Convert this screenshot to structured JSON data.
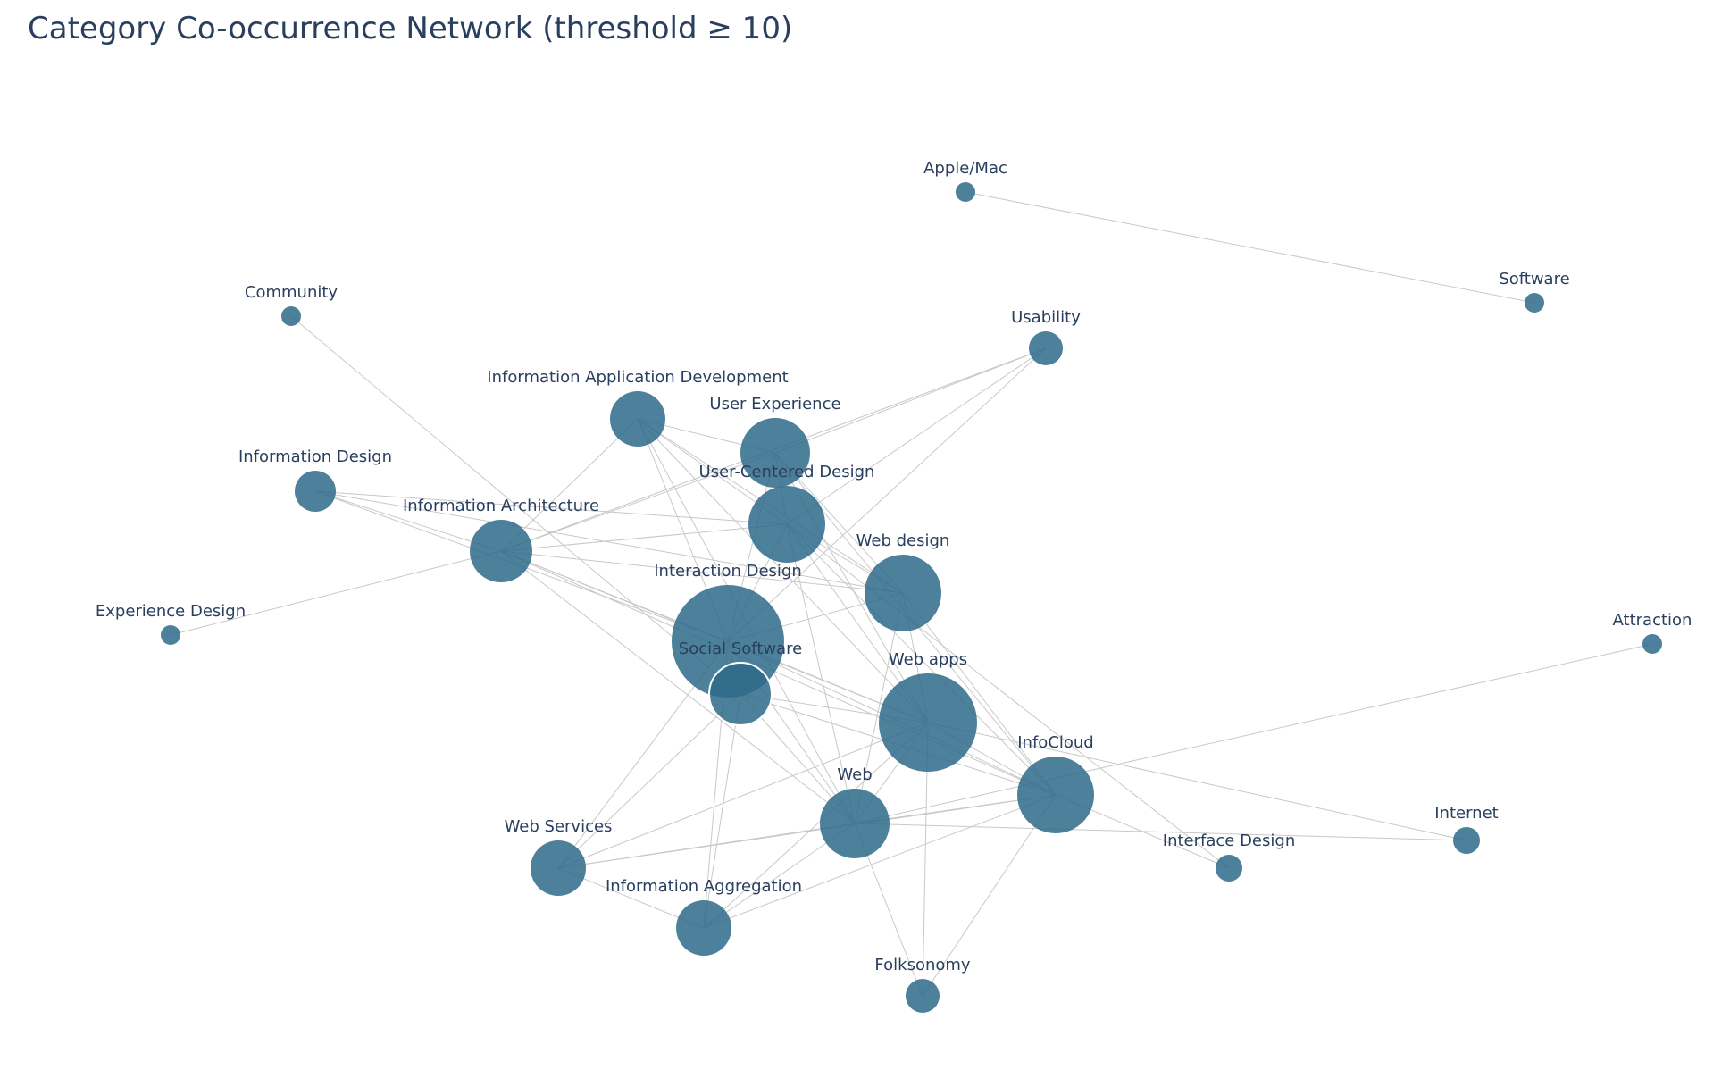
{
  "title": "Category Co-occurrence Network (threshold ≥ 10)",
  "colors": {
    "node": "#2e6a89",
    "edge": "#c8c8c8",
    "label": "#2a3f5f"
  },
  "chart_data": {
    "type": "network",
    "nodes": [
      {
        "id": "apple",
        "label": "Apple/Mac",
        "size": 1
      },
      {
        "id": "software",
        "label": "Software",
        "size": 1
      },
      {
        "id": "community",
        "label": "Community",
        "size": 1
      },
      {
        "id": "usability",
        "label": "Usability",
        "size": 2
      },
      {
        "id": "iad",
        "label": "Information Application Development",
        "size": 4
      },
      {
        "id": "ux",
        "label": "User Experience",
        "size": 6
      },
      {
        "id": "infodesign",
        "label": "Information Design",
        "size": 2
      },
      {
        "id": "ucd",
        "label": "User-Centered Design",
        "size": 7
      },
      {
        "id": "ia",
        "label": "Information Architecture",
        "size": 5
      },
      {
        "id": "webdesign",
        "label": "Web design",
        "size": 7
      },
      {
        "id": "ixd",
        "label": "Interaction Design",
        "size": 12
      },
      {
        "id": "expdesign",
        "label": "Experience Design",
        "size": 1
      },
      {
        "id": "social",
        "label": "Social Software",
        "size": 5
      },
      {
        "id": "webapps",
        "label": "Web apps",
        "size": 12
      },
      {
        "id": "attraction",
        "label": "Attraction",
        "size": 1
      },
      {
        "id": "infocloud",
        "label": "InfoCloud",
        "size": 7
      },
      {
        "id": "web",
        "label": "Web",
        "size": 6
      },
      {
        "id": "internet",
        "label": "Internet",
        "size": 1
      },
      {
        "id": "webservices",
        "label": "Web Services",
        "size": 4
      },
      {
        "id": "interfacedesign",
        "label": "Interface Design",
        "size": 1
      },
      {
        "id": "infoagg",
        "label": "Information Aggregation",
        "size": 4
      },
      {
        "id": "folksonomy",
        "label": "Folksonomy",
        "size": 2
      }
    ],
    "edges": [
      [
        "apple",
        "software"
      ],
      [
        "community",
        "social"
      ],
      [
        "usability",
        "ux"
      ],
      [
        "usability",
        "ucd"
      ],
      [
        "usability",
        "ia"
      ],
      [
        "usability",
        "ixd"
      ],
      [
        "iad",
        "ia"
      ],
      [
        "iad",
        "ux"
      ],
      [
        "iad",
        "ucd"
      ],
      [
        "iad",
        "webdesign"
      ],
      [
        "iad",
        "ixd"
      ],
      [
        "iad",
        "webapps"
      ],
      [
        "iad",
        "web"
      ],
      [
        "ux",
        "ia"
      ],
      [
        "ux",
        "ucd"
      ],
      [
        "ux",
        "webdesign"
      ],
      [
        "ux",
        "ixd"
      ],
      [
        "ux",
        "webapps"
      ],
      [
        "ux",
        "infocloud"
      ],
      [
        "infodesign",
        "ia"
      ],
      [
        "infodesign",
        "ucd"
      ],
      [
        "infodesign",
        "ixd"
      ],
      [
        "infodesign",
        "webdesign"
      ],
      [
        "ucd",
        "ia"
      ],
      [
        "ucd",
        "webdesign"
      ],
      [
        "ucd",
        "ixd"
      ],
      [
        "ucd",
        "webapps"
      ],
      [
        "ucd",
        "web"
      ],
      [
        "ucd",
        "infocloud"
      ],
      [
        "ucd",
        "interfacedesign"
      ],
      [
        "ia",
        "expdesign"
      ],
      [
        "ia",
        "ixd"
      ],
      [
        "ia",
        "webdesign"
      ],
      [
        "ia",
        "webapps"
      ],
      [
        "ia",
        "web"
      ],
      [
        "ia",
        "infocloud"
      ],
      [
        "webdesign",
        "ixd"
      ],
      [
        "webdesign",
        "webapps"
      ],
      [
        "webdesign",
        "web"
      ],
      [
        "webdesign",
        "infocloud"
      ],
      [
        "ixd",
        "social"
      ],
      [
        "ixd",
        "webapps"
      ],
      [
        "ixd",
        "web"
      ],
      [
        "ixd",
        "infocloud"
      ],
      [
        "ixd",
        "webservices"
      ],
      [
        "ixd",
        "infoagg"
      ],
      [
        "social",
        "webapps"
      ],
      [
        "social",
        "web"
      ],
      [
        "social",
        "infocloud"
      ],
      [
        "social",
        "webservices"
      ],
      [
        "social",
        "infoagg"
      ],
      [
        "webapps",
        "web"
      ],
      [
        "webapps",
        "infocloud"
      ],
      [
        "webapps",
        "webservices"
      ],
      [
        "webapps",
        "infoagg"
      ],
      [
        "webapps",
        "folksonomy"
      ],
      [
        "webapps",
        "internet"
      ],
      [
        "attraction",
        "web"
      ],
      [
        "infocloud",
        "web"
      ],
      [
        "infocloud",
        "webservices"
      ],
      [
        "infocloud",
        "infoagg"
      ],
      [
        "infocloud",
        "folksonomy"
      ],
      [
        "infocloud",
        "interfacedesign"
      ],
      [
        "web",
        "webservices"
      ],
      [
        "web",
        "infoagg"
      ],
      [
        "web",
        "internet"
      ],
      [
        "web",
        "folksonomy"
      ],
      [
        "webservices",
        "infoagg"
      ]
    ]
  }
}
